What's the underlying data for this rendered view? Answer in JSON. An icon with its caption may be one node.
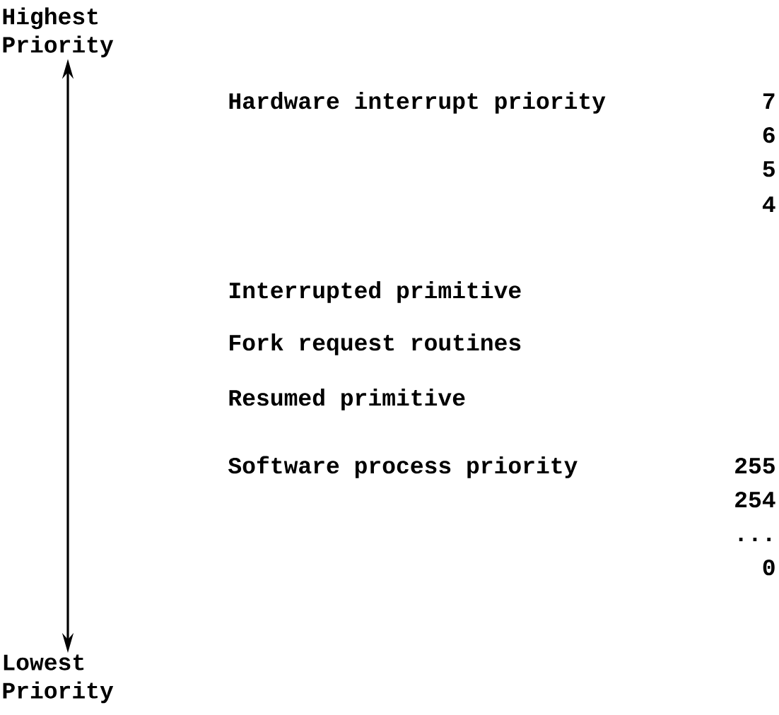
{
  "diagram": {
    "nodes": [
      {
        "text": [
          "Highest Priority"
        ]
      },
      {
        "text": [
          "Lowest Priority"
        ]
      }
    ],
    "edges": [
      {
        "from": 0,
        "to": 1,
        "arrow": "both"
      }
    ],
    "labels": [
      "Hardware interrupt priority",
      "7",
      "6",
      "5",
      "4",
      "Interrupted primitive",
      "Fork request routines",
      "Resumed primitive",
      "Software process priority",
      "255",
      "254",
      "...",
      "0"
    ]
  }
}
